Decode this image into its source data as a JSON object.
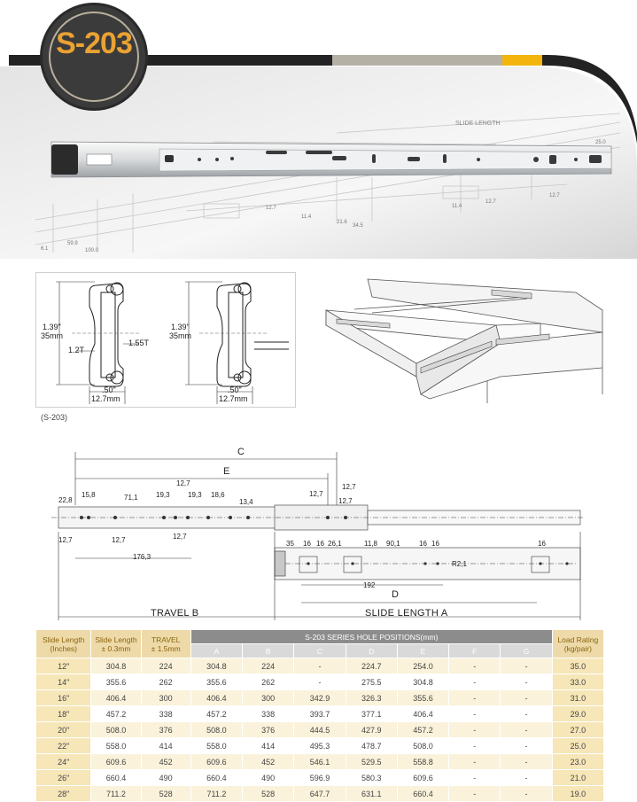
{
  "badge": {
    "model": "S-203"
  },
  "hero": {
    "slide_length_label": "SLIDE LENGTH",
    "dims": [
      "25.0",
      "12.7",
      "11.4",
      "12.7",
      "21.6",
      "34.5",
      "11.4",
      "12.7",
      "6.1",
      "59.9",
      "100.0"
    ]
  },
  "cross_section": {
    "left": {
      "height_in": "1.39\"",
      "height_mm": "35mm",
      "thickness": "1.2T",
      "thickness2": "1.55T",
      "width_in": ".50\"",
      "width_mm": "12.7mm"
    },
    "right": {
      "height_in": "1.39\"",
      "height_mm": "35mm",
      "width_in": ".50\"",
      "width_mm": "12.7mm"
    },
    "caption": "(S-203)"
  },
  "drawing": {
    "labels": {
      "c": "C",
      "e": "E",
      "d": "D"
    },
    "dims_top": [
      "22,8",
      "15,8",
      "71,1",
      "19,3",
      "12,7",
      "19,3",
      "18,6",
      "13,4",
      "12,7",
      "12,7",
      "12,7"
    ],
    "dims_bottom": [
      "12,7",
      "12,7",
      "12,7",
      "176,3"
    ],
    "dims_right": [
      "35",
      "16",
      "16",
      "26,1",
      "11,8",
      "90,1",
      "16",
      "16",
      "16",
      "R2,1",
      "192"
    ],
    "travel_label": "TRAVEL B",
    "slide_length_label": "SLIDE LENGTH A"
  },
  "table": {
    "headers": {
      "slide_length_in": [
        "Slide Length",
        "(Inches)"
      ],
      "slide_length_mm": [
        "Slide Length",
        "± 0.3mm"
      ],
      "travel": [
        "TRAVEL",
        "± 1.5mm"
      ],
      "series_title": "S-203 SERIES HOLE POSITIONS(mm)",
      "columns": [
        "A",
        "B",
        "C",
        "D",
        "E",
        "F",
        "G"
      ],
      "load": [
        "Load Rating",
        "(kg/pair)"
      ]
    },
    "rows": [
      [
        "12\"",
        "304.8",
        "224",
        "304.8",
        "224",
        "-",
        "224.7",
        "254.0",
        "-",
        "-",
        "35.0"
      ],
      [
        "14\"",
        "355.6",
        "262",
        "355.6",
        "262",
        "-",
        "275.5",
        "304.8",
        "-",
        "-",
        "33.0"
      ],
      [
        "16\"",
        "406.4",
        "300",
        "406.4",
        "300",
        "342.9",
        "326.3",
        "355.6",
        "-",
        "-",
        "31.0"
      ],
      [
        "18\"",
        "457.2",
        "338",
        "457.2",
        "338",
        "393.7",
        "377.1",
        "406.4",
        "-",
        "-",
        "29.0"
      ],
      [
        "20\"",
        "508.0",
        "376",
        "508.0",
        "376",
        "444.5",
        "427.9",
        "457.2",
        "-",
        "-",
        "27.0"
      ],
      [
        "22\"",
        "558.0",
        "414",
        "558.0",
        "414",
        "495.3",
        "478.7",
        "508.0",
        "-",
        "-",
        "25.0"
      ],
      [
        "24\"",
        "609.6",
        "452",
        "609.6",
        "452",
        "546.1",
        "529.5",
        "558.8",
        "-",
        "-",
        "23.0"
      ],
      [
        "26\"",
        "660.4",
        "490",
        "660.4",
        "490",
        "596.9",
        "580.3",
        "609.6",
        "-",
        "-",
        "21.0"
      ],
      [
        "28\"",
        "711.2",
        "528",
        "711.2",
        "528",
        "647.7",
        "631.1",
        "660.4",
        "-",
        "-",
        "19.0"
      ]
    ]
  }
}
